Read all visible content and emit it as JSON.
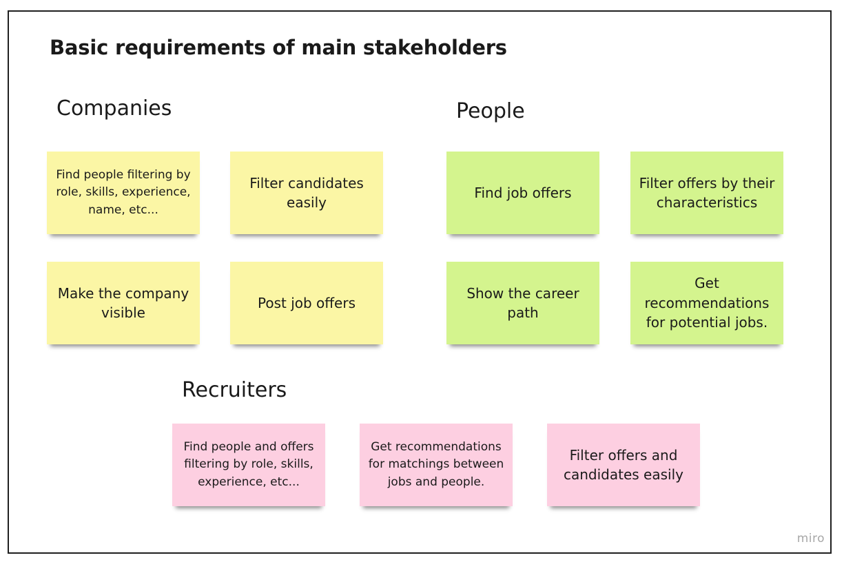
{
  "title": "Basic requirements of main stakeholders",
  "sections": {
    "companies": "Companies",
    "people": "People",
    "recruiters": "Recruiters"
  },
  "notes": {
    "companies": [
      "Find people filtering by role, skills, experience, name, etc...",
      "Filter candidates easily",
      "Make the company visible",
      "Post job offers"
    ],
    "people": [
      "Find job offers",
      "Filter offers by their characteristics",
      "Show the career path",
      "Get recommendations for potential jobs."
    ],
    "recruiters": [
      "Find people and offers filtering by role, skills, experience, etc...",
      "Get recommendations for matchings between jobs and people.",
      "Filter offers and candidates easily"
    ]
  },
  "colors": {
    "companies_note": "#fbf6a5",
    "people_note": "#d4f48e",
    "recruiters_note": "#fdcfe1"
  },
  "brand": "miro"
}
